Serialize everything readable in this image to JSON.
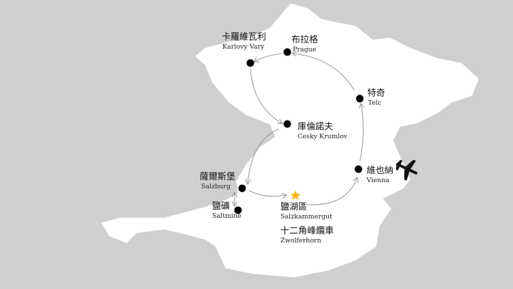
{
  "stops": {
    "karlovy_vary": {
      "zh": "卡羅維瓦利",
      "en": "Karlovy Vary"
    },
    "prague": {
      "zh": "布拉格",
      "en": "Prague"
    },
    "telc": {
      "zh": "特奇",
      "en": "Telc"
    },
    "cesky_krumlov": {
      "zh": "庫倫諾夫",
      "en": "Cesky Krumlov"
    },
    "vienna": {
      "zh": "維也納",
      "en": "Vienna"
    },
    "salzburg": {
      "zh": "薩爾斯堡",
      "en": "Salzburg"
    },
    "saltmine": {
      "zh": "鹽礦",
      "en": "Saltmine"
    },
    "salzkammergut": {
      "zh": "鹽湖區",
      "en": "Salzkammergut"
    },
    "zwolferhorn": {
      "zh": "十二角峰纜車",
      "en": "Zwolferhorn"
    }
  },
  "colors": {
    "background": "#cfcfcf",
    "land": "#ffffff",
    "marker": "#000000",
    "route": "#9a9a9a",
    "star": "#f2b51c"
  },
  "icons": {
    "airport": "airplane-icon",
    "highlight": "star-icon"
  }
}
